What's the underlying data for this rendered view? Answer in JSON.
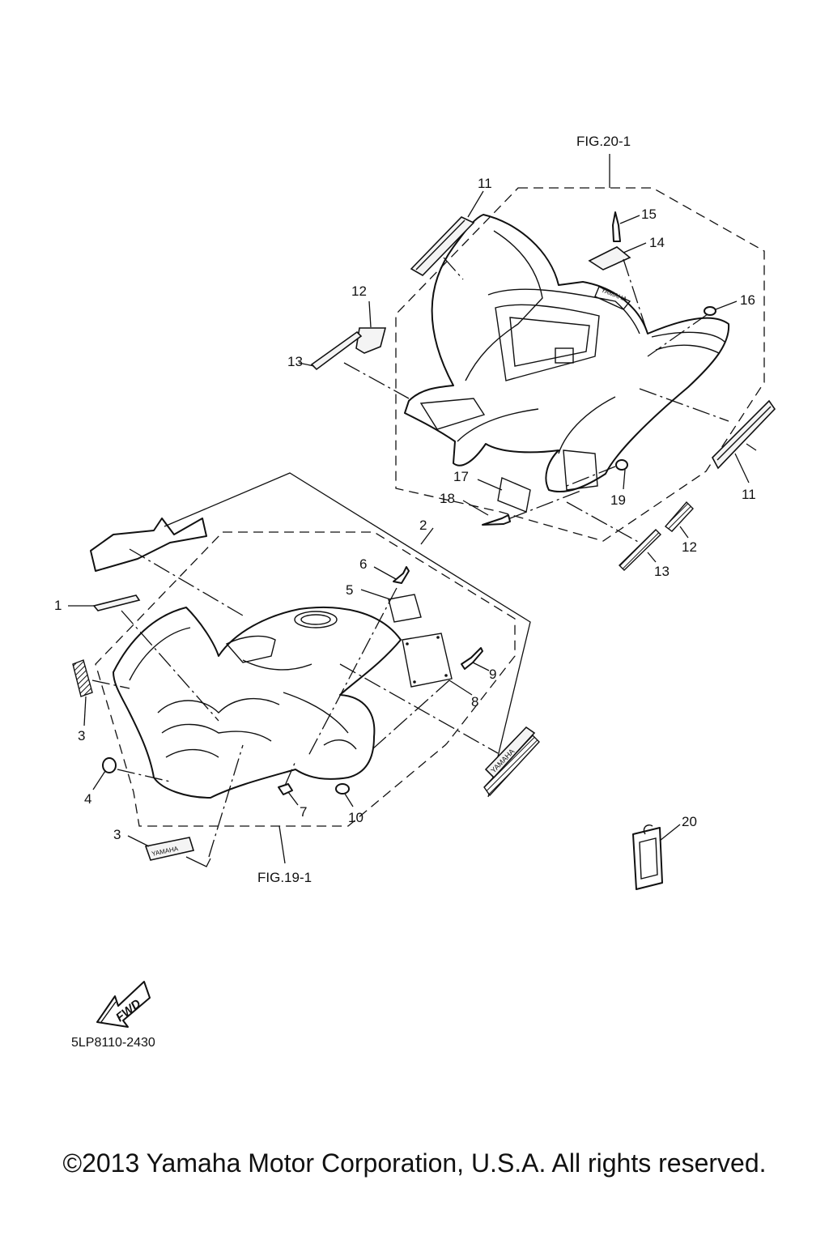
{
  "figure": {
    "ref_top": "FIG.20-1",
    "ref_bottom": "FIG.19-1",
    "fwd_label": "FWD",
    "diagram_code": "5LP8110-2430",
    "copyright": "©2013 Yamaha Motor Corporation, U.S.A. All rights reserved."
  },
  "callouts": {
    "c1": "1",
    "c2": "2",
    "c3a": "3",
    "c3b": "3",
    "c4": "4",
    "c5": "5",
    "c6": "6",
    "c7": "7",
    "c8": "8",
    "c9": "9",
    "c10": "10",
    "c11a": "11",
    "c11b": "11",
    "c12a": "12",
    "c12b": "12",
    "c13a": "13",
    "c13b": "13",
    "c14": "14",
    "c15": "15",
    "c16": "16",
    "c17": "17",
    "c18": "18",
    "c19": "19",
    "c20": "20"
  },
  "decal_text": {
    "brand": "YAMAHA"
  }
}
